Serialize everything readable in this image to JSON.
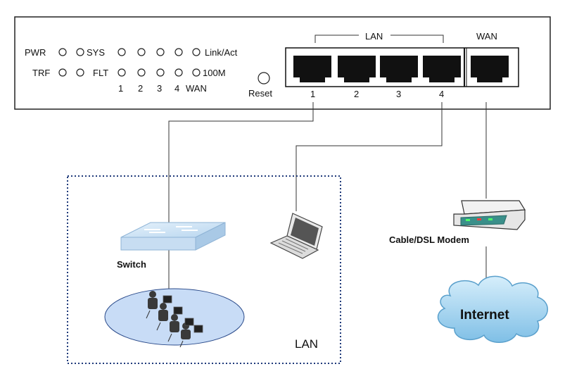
{
  "router": {
    "led_rows": {
      "row1_left": [
        "PWR",
        "SYS"
      ],
      "row1_right": "Link/Act",
      "row2_left": [
        "TRF",
        "FLT"
      ],
      "row2_right": "100M"
    },
    "port_numbers": [
      "1",
      "2",
      "3",
      "4",
      "WAN"
    ],
    "reset_label": "Reset",
    "lan_bracket_label": "LAN",
    "wan_label": "WAN",
    "lan_port_labels": [
      "1",
      "2",
      "3",
      "4"
    ]
  },
  "devices": {
    "switch_label": "Switch",
    "modem_label": "Cable/DSL Modem",
    "internet_label": "Internet",
    "lan_zone_label": "LAN"
  },
  "colors": {
    "line": "#333333",
    "port": "#111111",
    "switch_fill": "#cfe3f5",
    "cloud_fill": "#a9d6ef",
    "ellipse_fill": "#c8dcf6",
    "lan_border": "#1f3a7a"
  }
}
